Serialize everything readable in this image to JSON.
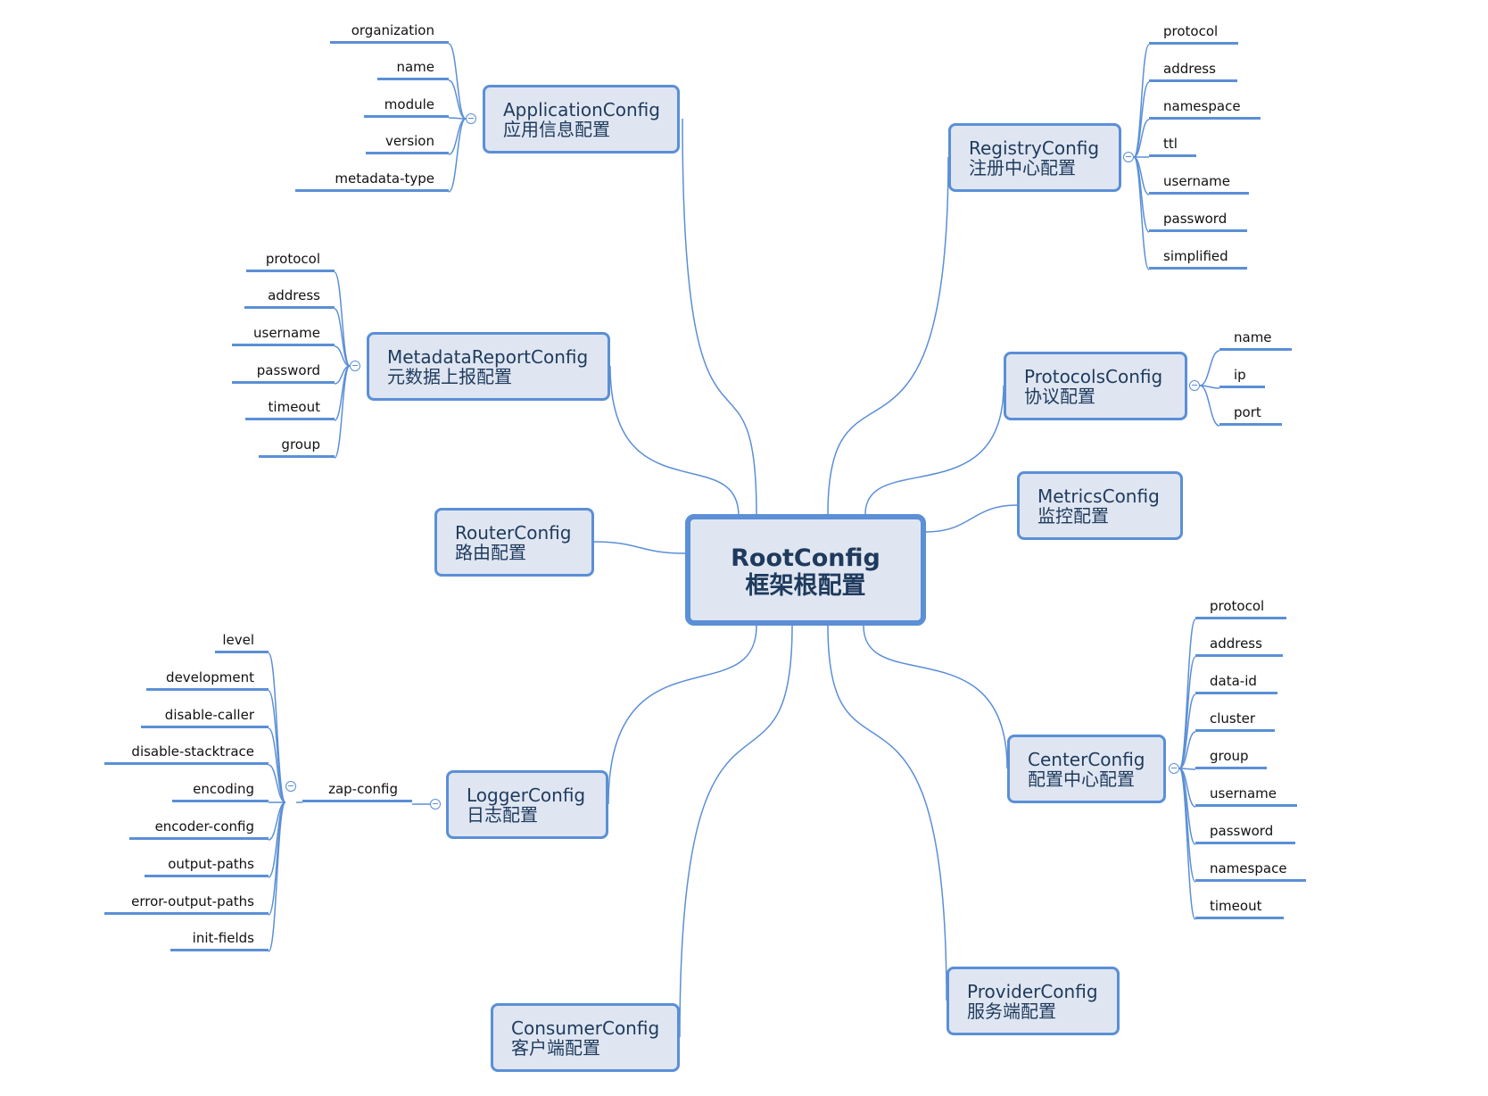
{
  "root": {
    "label": "RootConfig",
    "sublabel": "框架根配置"
  },
  "application": {
    "label": "ApplicationConfig",
    "sublabel": "应用信息配置",
    "children": [
      "organization",
      "name",
      "module",
      "version",
      "metadata-type"
    ]
  },
  "metadata_report": {
    "label": "MetadataReportConfig",
    "sublabel": "元数据上报配置",
    "children": [
      "protocol",
      "address",
      "username",
      "password",
      "timeout",
      "group"
    ]
  },
  "router": {
    "label": "RouterConfig",
    "sublabel": "路由配置"
  },
  "logger": {
    "label": "LoggerConfig",
    "sublabel": "日志配置",
    "zap": {
      "label": "zap-config",
      "children": [
        "level",
        "development",
        "disable-caller",
        "disable-stacktrace",
        "encoding",
        "encoder-config",
        "output-paths",
        "error-output-paths",
        "init-fields"
      ]
    }
  },
  "consumer": {
    "label": "ConsumerConfig",
    "sublabel": "客户端配置"
  },
  "registry": {
    "label": "RegistryConfig",
    "sublabel": "注册中心配置",
    "children": [
      "protocol",
      "address",
      "namespace",
      "ttl",
      "username",
      "password",
      "simplified"
    ]
  },
  "protocols": {
    "label": "ProtocolsConfig",
    "sublabel": "协议配置",
    "children": [
      "name",
      "ip",
      "port"
    ]
  },
  "metrics": {
    "label": "MetricsConfig",
    "sublabel": "监控配置"
  },
  "center": {
    "label": "CenterConfig",
    "sublabel": "配置中心配置",
    "children": [
      "protocol",
      "address",
      "data-id",
      "cluster",
      "group",
      "username",
      "password",
      "namespace",
      "timeout"
    ]
  },
  "provider": {
    "label": "ProviderConfig",
    "sublabel": "服务端配置"
  },
  "colors": {
    "line": "#5b8fd6",
    "node_fill": "#dfe6f2",
    "node_text": "#1f3a5c"
  },
  "icons": {
    "toggle": "collapse-icon"
  }
}
